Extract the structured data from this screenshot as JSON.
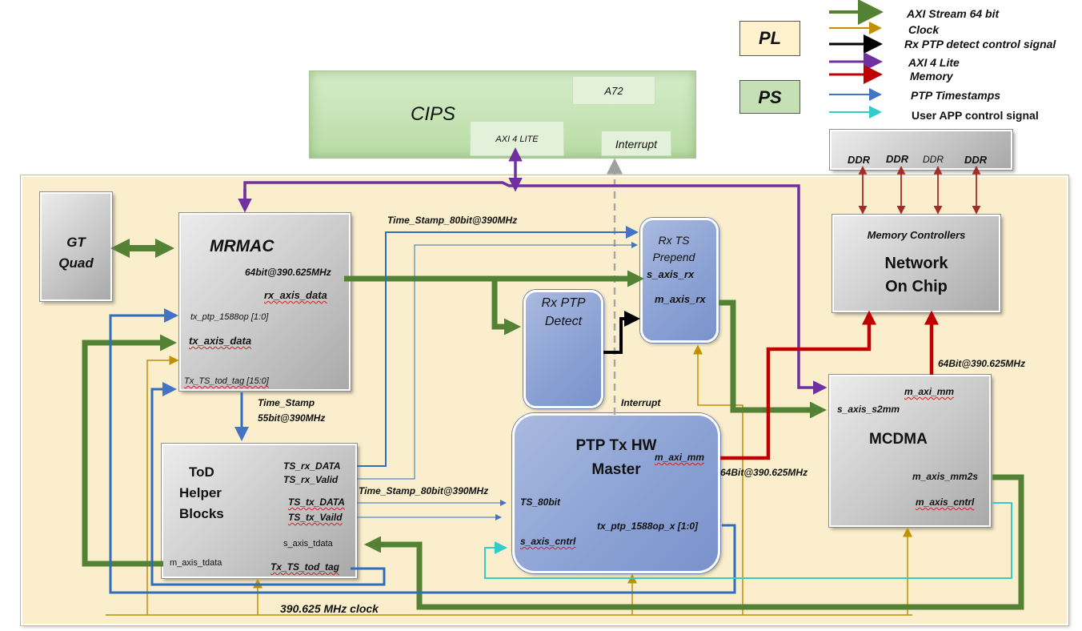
{
  "legend": {
    "items": [
      {
        "label": "AXI Stream 64 bit",
        "color": "#548235"
      },
      {
        "label": "Clock",
        "color": "#bf9000"
      },
      {
        "label": "Rx PTP detect control signal",
        "color": "#000000"
      },
      {
        "label": "AXI 4 Lite",
        "color": "#7030a0"
      },
      {
        "label": "Memory",
        "color": "#c00000"
      },
      {
        "label": "PTP Timestamps",
        "color": "#4472c4"
      },
      {
        "label": "User APP control signal",
        "color": "#33cccc"
      }
    ],
    "pl_label": "PL",
    "ps_label": "PS"
  },
  "cips": {
    "title": "CIPS",
    "a72": "A72",
    "axi4lite": "AXI 4 LITE",
    "interrupt": "Interrupt"
  },
  "ddr": [
    "DDR",
    "DDR",
    "DDR",
    "DDR"
  ],
  "gt_quad": {
    "line1": "GT",
    "line2": "Quad"
  },
  "mrmac": {
    "title": "MRMAC",
    "rate": "64bit@390.625MHz",
    "rx_axis_data": "rx_axis_data",
    "tx_ptp_1588op": "tx_ptp_1588op [1:0]",
    "tx_axis_data": "tx_axis_data",
    "tx_ts_tod_tag": "Tx_TS_tod_tag [15:0]"
  },
  "tod": {
    "line1": "ToD",
    "line2": "Helper",
    "line3": "Blocks",
    "ts_rx_data": "TS_rx_DATA",
    "ts_rx_valid": "TS_rx_Valid",
    "ts_tx_data": "TS_tx_DATA",
    "ts_tx_vaild": "TS_tx_Vaild",
    "s_axis_tdata": "s_axis_tdata",
    "m_axis_tdata": "m_axis_tdata",
    "tx_ts_tod_tag": "Tx_TS_tod_tag"
  },
  "rx_ptp_detect": {
    "line1": "Rx PTP",
    "line2": "Detect"
  },
  "rx_ts_prepend": {
    "line1": "Rx TS",
    "line2": "Prepend",
    "s_axis_rx": "s_axis_rx",
    "m_axis_rx": "m_axis_rx"
  },
  "ptp_tx": {
    "line1": "PTP Tx HW",
    "line2": "Master",
    "m_axi_mm": "m_axi_mm",
    "ts_80bit": "TS_80bit",
    "tx_ptp_1588op_x": "tx_ptp_1588op_x [1:0]",
    "s_axis_cntrl": "s_axis_cntrl"
  },
  "memctl": {
    "line1": "Memory Controllers",
    "line2": "Network",
    "line3": "On Chip"
  },
  "mcdma": {
    "title": "MCDMA",
    "m_axi_mm": "m_axi_mm",
    "s_axis_s2mm": "s_axis_s2mm",
    "m_axis_mm2s": "m_axis_mm2s",
    "m_axis_cntrl": "m_axis_cntrl"
  },
  "labels": {
    "time_stamp_80_top": "Time_Stamp_80bit@390MHz",
    "time_stamp_80_mid": "Time_Stamp_80bit@390MHz",
    "time_stamp": "Time_Stamp",
    "ts_55bit": "55bit@390MHz",
    "interrupt": "Interrupt",
    "rate_ptp": "64Bit@390.625MHz",
    "rate_mcdma": "64Bit@390.625MHz",
    "clock": "390.625 MHz  clock"
  }
}
